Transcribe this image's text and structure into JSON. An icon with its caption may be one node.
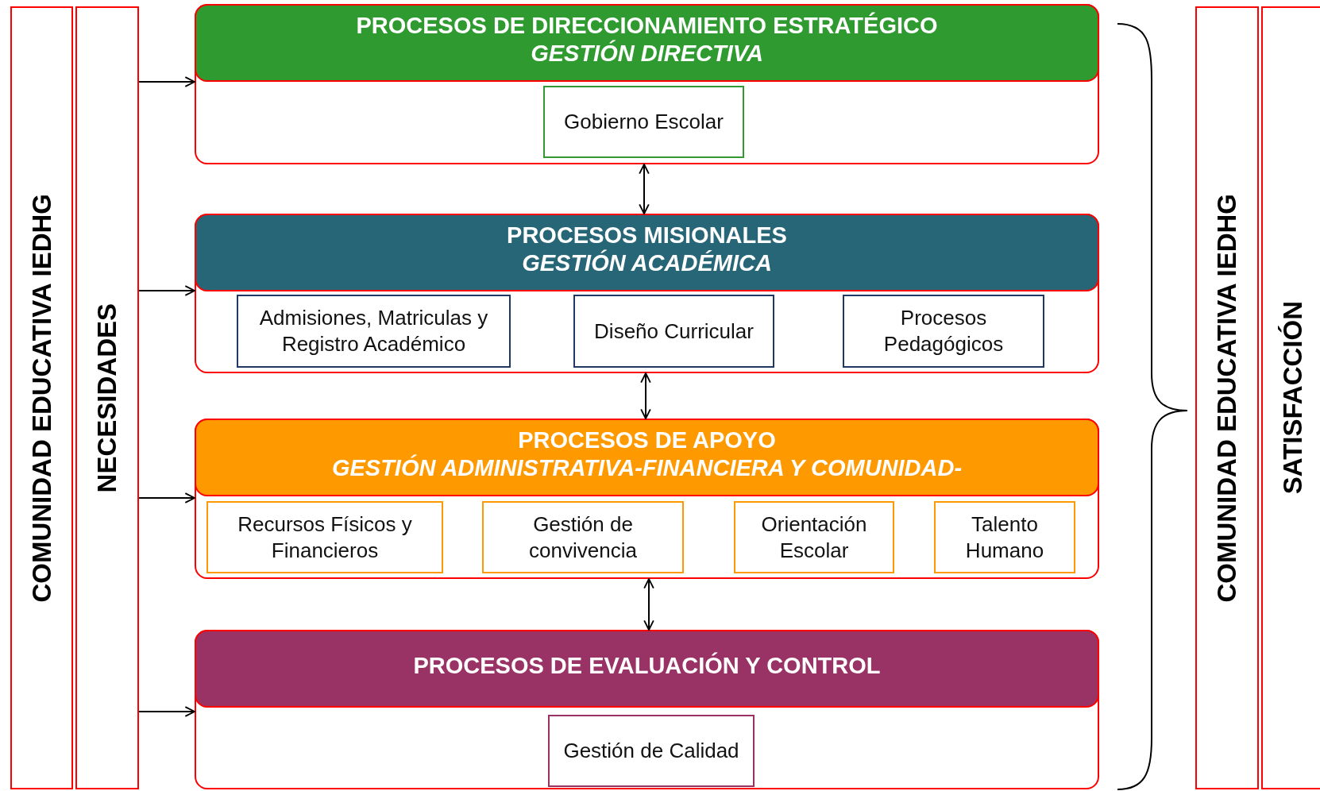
{
  "diagram": {
    "nodes": [
      {
        "text": [
          "COMUNIDAD EDUCATIVA IEDHG"
        ]
      },
      {
        "text": [
          "NECESIDADES"
        ]
      },
      {
        "text": [
          "PROCESOS DE DIRECCIONAMIENTO ESTRATÉGICO",
          "GESTIÓN DIRECTIVA"
        ]
      },
      {
        "text": [
          "Gobierno Escolar"
        ],
        "in": 2
      },
      {
        "text": [
          "PROCESOS MISIONALES",
          "GESTIÓN ACADÉMICA"
        ]
      },
      {
        "text": [
          "Admisiones, Matriculas y Registro Académico"
        ],
        "in": 4
      },
      {
        "text": [
          "Diseño Curricular"
        ],
        "in": 4
      },
      {
        "text": [
          "Procesos Pedagógicos"
        ],
        "in": 4
      },
      {
        "text": [
          "PROCESOS DE APOYO",
          "GESTIÓN ADMINISTRATIVA-FINANCIERA Y COMUNIDAD-"
        ]
      },
      {
        "text": [
          "Recursos Físicos y Financieros"
        ],
        "in": 8
      },
      {
        "text": [
          "Gestión de convivencia"
        ],
        "in": 8
      },
      {
        "text": [
          "Orientación Escolar"
        ],
        "in": 8
      },
      {
        "text": [
          "Talento Humano"
        ],
        "in": 8
      },
      {
        "text": [
          "PROCESOS DE EVALUACIÓN Y CONTROL"
        ]
      },
      {
        "text": [
          "Gestión de Calidad"
        ],
        "in": 13
      },
      {
        "text": [
          "COMUNIDAD EDUCATIVA IEDHG"
        ]
      },
      {
        "text": [
          "SATISFACCIÓN"
        ]
      }
    ],
    "edges": [
      {
        "from": 1,
        "to": 2,
        "arrow": "to"
      },
      {
        "from": 1,
        "to": 4,
        "arrow": "to"
      },
      {
        "from": 1,
        "to": 8,
        "arrow": "to"
      },
      {
        "from": 1,
        "to": 13,
        "arrow": "to"
      },
      {
        "from": 2,
        "to": 4,
        "arrow": "both"
      },
      {
        "from": 4,
        "to": 8,
        "arrow": "both"
      },
      {
        "from": 8,
        "to": 13,
        "arrow": "both"
      }
    ]
  }
}
